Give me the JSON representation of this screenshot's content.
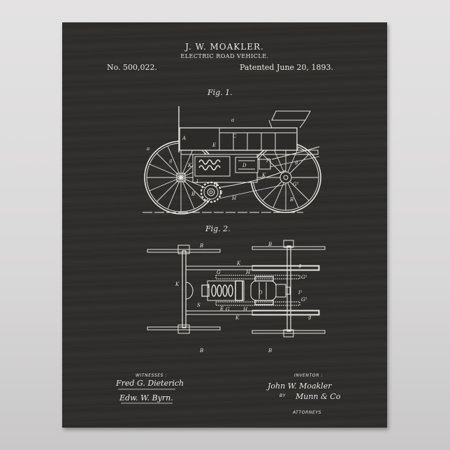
{
  "poster": {
    "inventor_name": "J. W. MOAKLER.",
    "invention_title": "ELECTRIC ROAD VEHICLE.",
    "patent_number": "No. 500,022.",
    "patent_date": "Patented June 20, 1893.",
    "figures": [
      {
        "label": "Fig. 1."
      },
      {
        "label": "Fig. 2."
      }
    ],
    "witnesses": {
      "heading": "WITNESSES :",
      "signatures": [
        "Fred G. Dieterich",
        "Edw. W. Byrn."
      ]
    },
    "inventor_block": {
      "heading": "INVENTOR :",
      "signature": "John W. Moakler",
      "by_label": "BY",
      "attorney_signature": "Munn & Co",
      "attorneys_label": "ATTORNEYS"
    },
    "colors": {
      "chalkboard": "#2c2b29",
      "chalk": "#e8e6e0",
      "wall": "#dcdbdb"
    }
  }
}
